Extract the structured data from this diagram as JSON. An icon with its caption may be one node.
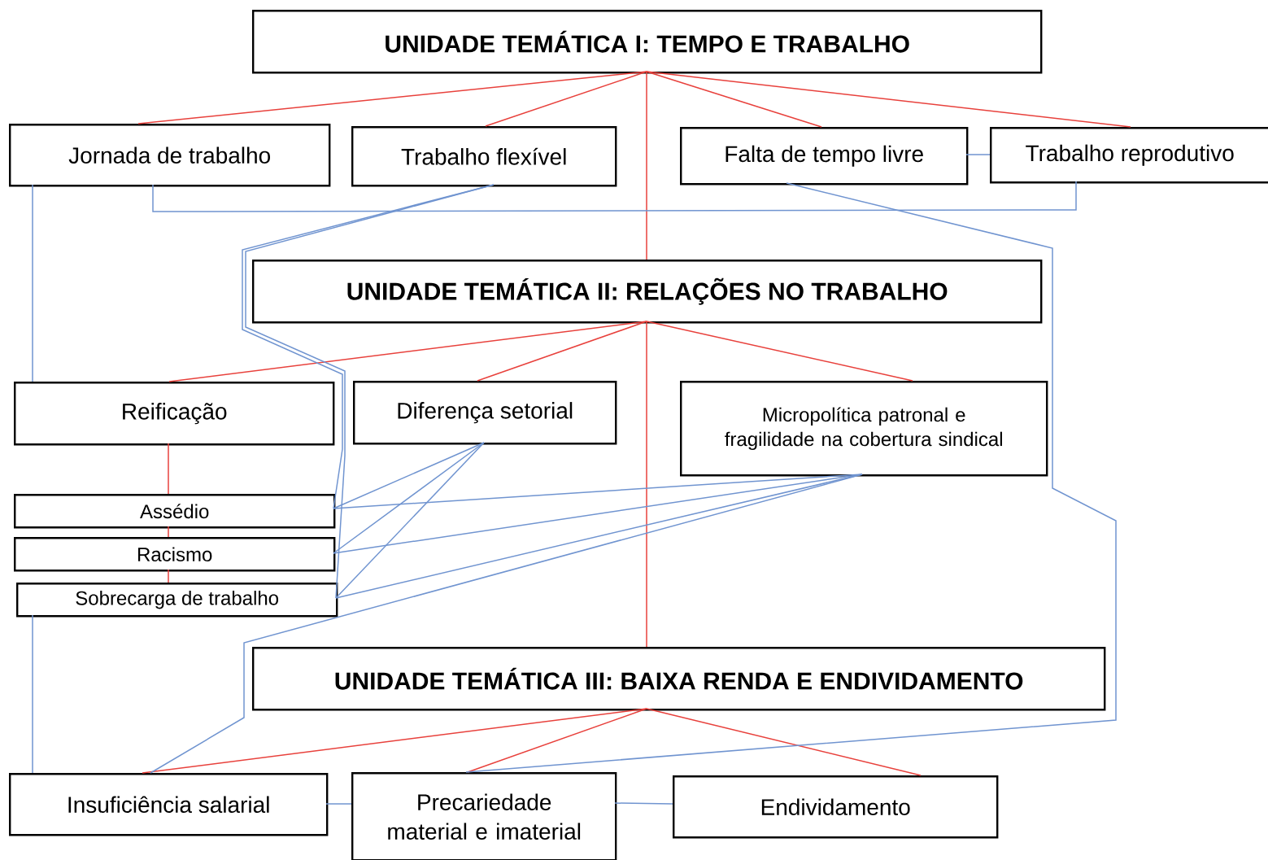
{
  "diagram": {
    "nodes": [
      {
        "text": [
          "UNIDADE TEMÁTICA I: TEMPO E TRABALHO"
        ]
      },
      {
        "text": [
          "Jornada de trabalho"
        ]
      },
      {
        "text": [
          "Trabalho flexível"
        ]
      },
      {
        "text": [
          "Falta de tempo livre"
        ]
      },
      {
        "text": [
          "Trabalho reprodutivo"
        ]
      },
      {
        "text": [
          "UNIDADE TEMÁTICA II: RELAÇÕES NO TRABALHO"
        ]
      },
      {
        "text": [
          "Reificação"
        ]
      },
      {
        "text": [
          "Diferença setorial"
        ]
      },
      {
        "text": [
          "Micropolítica patronal e fragilidade na cobertura sindical"
        ]
      },
      {
        "text": [
          "Assédio"
        ]
      },
      {
        "text": [
          "Racismo"
        ]
      },
      {
        "text": [
          "Sobrecarga de trabalho"
        ]
      },
      {
        "text": [
          "UNIDADE TEMÁTICA III: BAIXA RENDA E ENDIVIDAMENTO"
        ]
      },
      {
        "text": [
          "Insuficiência salarial"
        ]
      },
      {
        "text": [
          "Precariedade material e imaterial"
        ]
      },
      {
        "text": [
          "Endividamento"
        ]
      }
    ],
    "edges": [
      {
        "from": 0,
        "to": 1,
        "arrow": "none",
        "color": "#e8413c"
      },
      {
        "from": 0,
        "to": 2,
        "arrow": "none",
        "color": "#e8413c"
      },
      {
        "from": 0,
        "to": 3,
        "arrow": "none",
        "color": "#e8413c"
      },
      {
        "from": 0,
        "to": 4,
        "arrow": "none",
        "color": "#e8413c"
      },
      {
        "from": 0,
        "to": 5,
        "arrow": "none",
        "color": "#e8413c"
      },
      {
        "from": 5,
        "to": 6,
        "arrow": "none",
        "color": "#e8413c"
      },
      {
        "from": 5,
        "to": 7,
        "arrow": "none",
        "color": "#e8413c"
      },
      {
        "from": 5,
        "to": 8,
        "arrow": "none",
        "color": "#e8413c"
      },
      {
        "from": 5,
        "to": 12,
        "arrow": "none",
        "color": "#e8413c"
      },
      {
        "from": 12,
        "to": 13,
        "arrow": "none",
        "color": "#e8413c"
      },
      {
        "from": 12,
        "to": 14,
        "arrow": "none",
        "color": "#e8413c"
      },
      {
        "from": 12,
        "to": 15,
        "arrow": "none",
        "color": "#e8413c"
      },
      {
        "from": 6,
        "to": 9,
        "arrow": "none",
        "color": "#e8413c"
      },
      {
        "from": 9,
        "to": 10,
        "arrow": "none",
        "color": "#e8413c"
      },
      {
        "from": 10,
        "to": 11,
        "arrow": "none",
        "color": "#e8413c"
      },
      {
        "from": 3,
        "to": 4,
        "arrow": "none"
      },
      {
        "from": 1,
        "to": 4,
        "arrow": "none"
      },
      {
        "from": 1,
        "to": 6,
        "arrow": "none"
      },
      {
        "from": 11,
        "to": 13,
        "arrow": "none"
      },
      {
        "from": 2,
        "to": 9,
        "arrow": "none"
      },
      {
        "from": 2,
        "to": 11,
        "arrow": "none"
      },
      {
        "from": 7,
        "to": 9,
        "arrow": "none"
      },
      {
        "from": 7,
        "to": 10,
        "arrow": "none"
      },
      {
        "from": 7,
        "to": 11,
        "arrow": "none"
      },
      {
        "from": 8,
        "to": 9,
        "arrow": "none"
      },
      {
        "from": 8,
        "to": 10,
        "arrow": "none"
      },
      {
        "from": 8,
        "to": 11,
        "arrow": "none"
      },
      {
        "from": 8,
        "to": 13,
        "arrow": "none"
      },
      {
        "from": 3,
        "to": 14,
        "arrow": "none"
      },
      {
        "from": 13,
        "to": 14,
        "arrow": "none"
      },
      {
        "from": 14,
        "to": 15,
        "arrow": "none"
      }
    ]
  }
}
